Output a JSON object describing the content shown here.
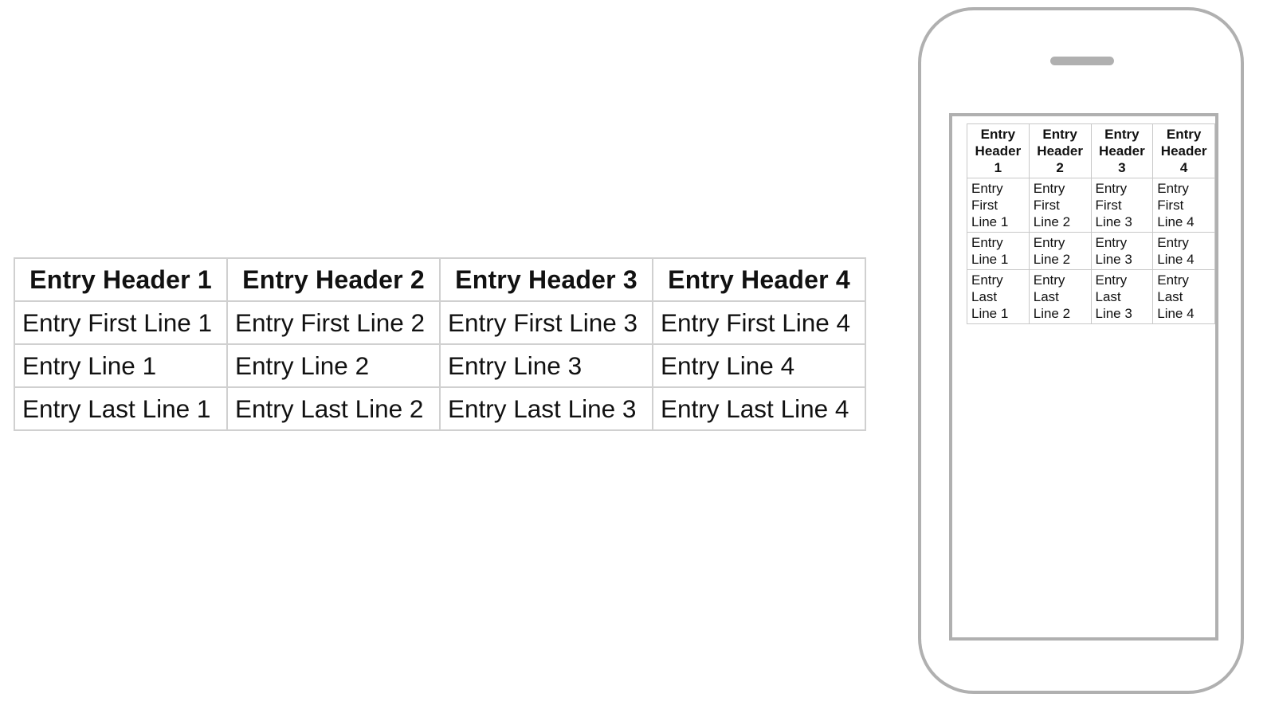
{
  "table": {
    "headers": [
      "Entry Header 1",
      "Entry Header 2",
      "Entry Header 3",
      "Entry Header 4"
    ],
    "rows": [
      [
        "Entry First Line 1",
        "Entry First Line 2",
        "Entry First Line 3",
        "Entry First Line 4"
      ],
      [
        "Entry Line 1",
        "Entry Line 2",
        "Entry Line 3",
        "Entry Line 4"
      ],
      [
        "Entry Last Line 1",
        "Entry Last Line 2",
        "Entry Last Line 3",
        "Entry Last Line 4"
      ]
    ]
  },
  "colors": {
    "frame": "#b0b0b0",
    "cell_border": "#d0d0d0",
    "text": "#111111",
    "background": "#ffffff"
  }
}
